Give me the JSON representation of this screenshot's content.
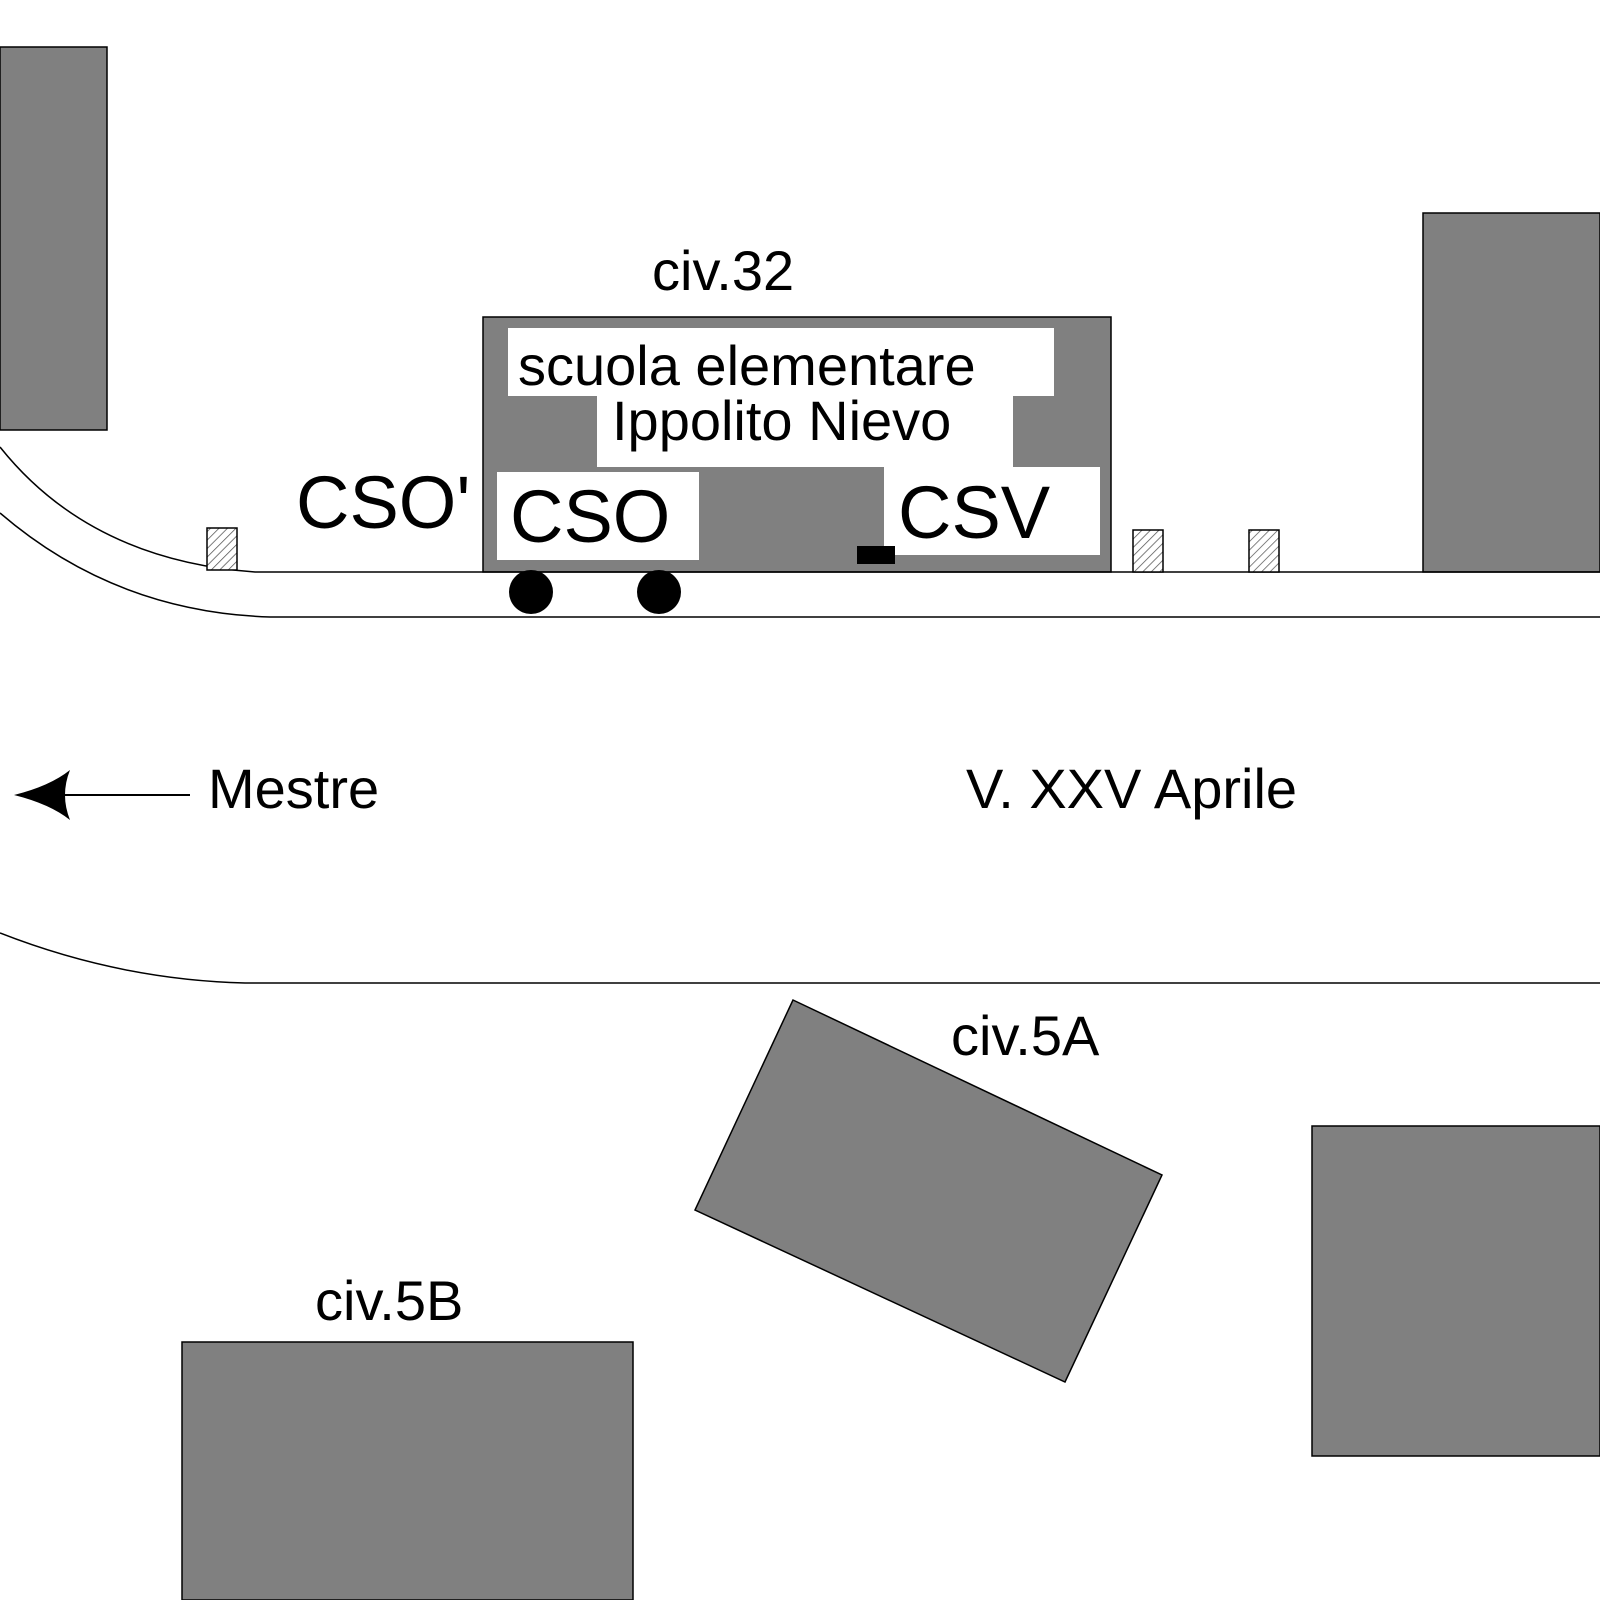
{
  "map": {
    "labels": {
      "civ32": "civ.32",
      "school_line1": "scuola elementare",
      "school_line2": "Ippolito Nievo",
      "cso_prime": "CSO'",
      "cso": "CSO",
      "csv": "CSV",
      "direction": "Mestre",
      "street": "V. XXV Aprile",
      "civ5a": "civ.5A",
      "civ5b": "civ.5B"
    },
    "colors": {
      "building": "#808080",
      "outline": "#000000",
      "background": "#ffffff"
    },
    "icons": {
      "direction_arrow": "left-arrow-icon",
      "container_marker": "filled-circle-icon",
      "valve_marker": "black-rectangle-icon",
      "bollard": "hatched-square-icon"
    }
  }
}
